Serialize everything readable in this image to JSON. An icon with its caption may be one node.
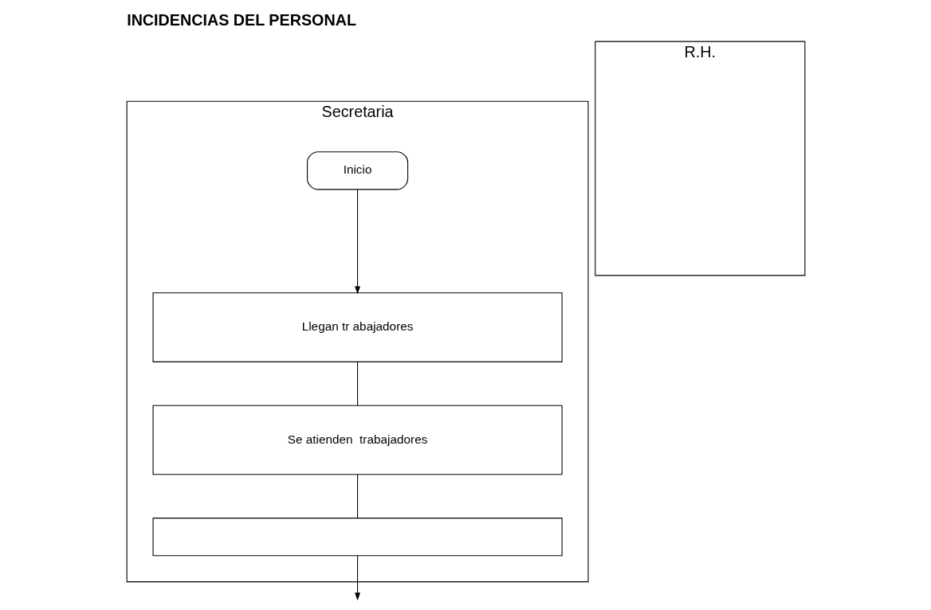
{
  "diagram": {
    "title": "INCIDENCIAS DEL PERSONAL",
    "nodes": [
      {
        "text": [
          "Secretaria"
        ]
      },
      {
        "text": [
          "R.H."
        ]
      },
      {
        "text": [
          "Inicio"
        ],
        "in": 0
      },
      {
        "text": [
          "Llegan tr abajadores"
        ],
        "in": 0
      },
      {
        "text": [
          "Se atienden  trabajadores"
        ],
        "in": 0
      },
      {
        "text": [],
        "shape": "box",
        "in": 0
      }
    ],
    "edges": [
      {
        "from": 2,
        "to": 3,
        "arrow": "to"
      },
      {
        "from": 3,
        "to": 4,
        "arrow": "none"
      },
      {
        "from": 4,
        "to": 5,
        "arrow": "none"
      },
      {
        "from": 5,
        "to": null,
        "arrow": "to"
      }
    ]
  }
}
